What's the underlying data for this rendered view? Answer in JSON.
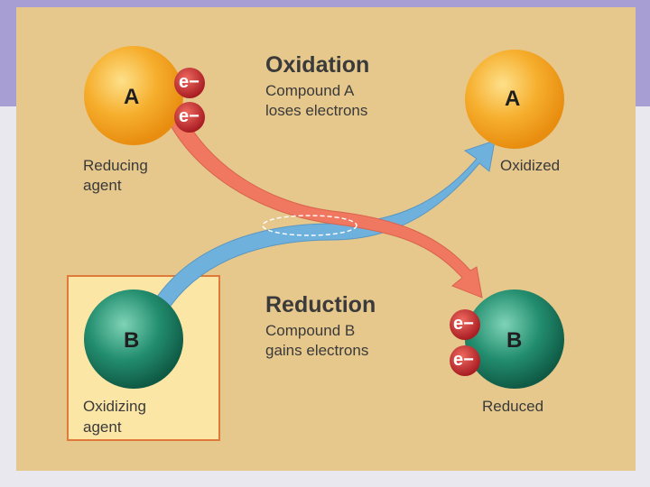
{
  "oxidation": {
    "title": "Oxidation",
    "line1": "Compound A",
    "line2": "loses electrons"
  },
  "reduction": {
    "title": "Reduction",
    "line1": "Compound B",
    "line2": "gains electrons"
  },
  "left_a": {
    "letter": "A",
    "role_line1": "Reducing",
    "role_line2": "agent"
  },
  "left_b": {
    "letter": "B",
    "role_line1": "Oxidizing",
    "role_line2": "agent"
  },
  "right_a": {
    "letter": "A",
    "state": "Oxidized"
  },
  "right_b": {
    "letter": "B",
    "state": "Reduced"
  },
  "electron": "e−",
  "colors": {
    "compound_a": "#f4a21c",
    "compound_b": "#1f8a6c",
    "electron": "#c4272b",
    "oxidation_arrow": "#f07860",
    "reduction_arrow": "#6fb1dd",
    "panel": "#e6c88d",
    "highlight_box": "#fbe6a6"
  }
}
